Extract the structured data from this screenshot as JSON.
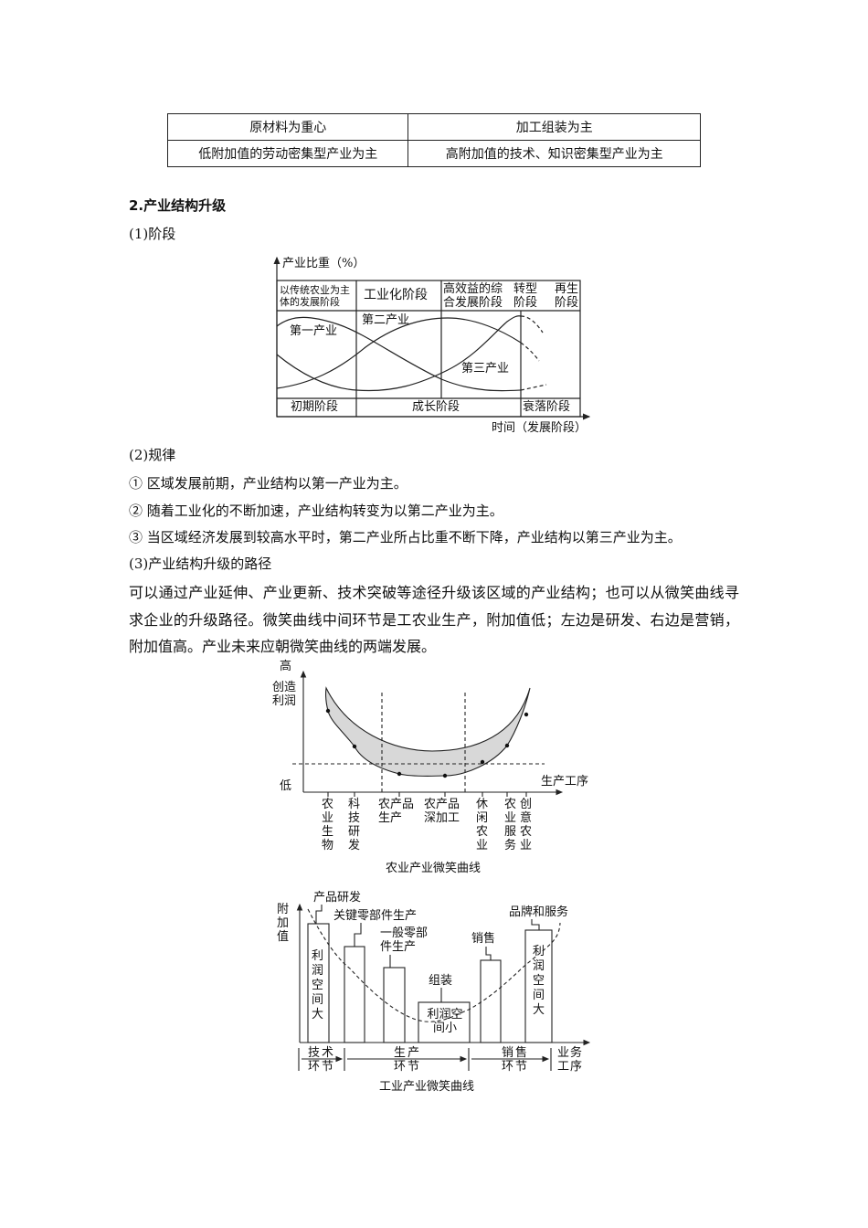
{
  "table": {
    "rows": [
      [
        "原材料为重心",
        "加工组装为主"
      ],
      [
        "低附加值的劳动密集型产业为主",
        "高附加值的技术、知识密集型产业为主"
      ]
    ]
  },
  "section": {
    "heading": "2.产业结构升级",
    "sub1": "(1)阶段",
    "sub2": "(2)规律",
    "rules": [
      "① 区域发展前期，产业结构以第一产业为主。",
      "② 随着工业化的不断加速，产业结构转变为以第二产业为主。",
      "③ 当区域经济发展到较高水平时，第二产业所占比重不断下降，产业结构以第三产业为主。"
    ],
    "sub3": "(3)产业结构升级的路径",
    "paragraph": "可以通过产业延伸、产业更新、技术突破等途径升级该区域的产业结构；也可以从微笑曲线寻求企业的升级路径。微笑曲线中间环节是工农业生产，附加值低；左边是研发、右边是营销，附加值高。产业未来应朝微笑曲线的两端发展。"
  },
  "fig1": {
    "ylabel": "产业比重（%）",
    "xlabel": "时间（发展阶段）",
    "top_stages": [
      "以传统农业为主体的发展阶段",
      "工业化阶段",
      "高效益的综合发展阶段",
      "转型阶段",
      "再生阶段"
    ],
    "bottom_stages": [
      "初期阶段",
      "成长阶段",
      "衰落阶段"
    ],
    "series": [
      "第一产业",
      "第二产业",
      "第三产业"
    ]
  },
  "fig2": {
    "y_high": "高",
    "ylabel": "创造利润",
    "y_low": "低",
    "xlabel": "生产工序",
    "stages": [
      "农业生物",
      "科技研发",
      "农产品生产",
      "农产品深加工",
      "休闲农业",
      "农业服务",
      "创意农业"
    ],
    "caption": "农业产业微笑曲线"
  },
  "fig3": {
    "ylabel": "附加值",
    "bars": [
      "产品研发",
      "关键零部件生产",
      "一般零部件生产",
      "组装",
      "销售",
      "品牌和服务"
    ],
    "profit_big": "利润空间大",
    "profit_small": "利润空间小",
    "segments": [
      "技术环节",
      "生产环节",
      "销售环节"
    ],
    "xlabel": "业务工序",
    "caption": "工业产业微笑曲线"
  }
}
